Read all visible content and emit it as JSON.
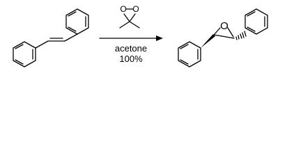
{
  "reaction": {
    "reactant": "trans-stilbene",
    "reagent": "dimethyldioxirane",
    "product": "trans-stilbene oxide",
    "reagent_atoms": {
      "o1": "O",
      "o2": "O"
    },
    "product_atoms": {
      "epoxide_o": "O"
    },
    "conditions": {
      "solvent": "acetone",
      "yield": "100%"
    },
    "colors": {
      "line": "#000000",
      "background": "#ffffff"
    }
  }
}
